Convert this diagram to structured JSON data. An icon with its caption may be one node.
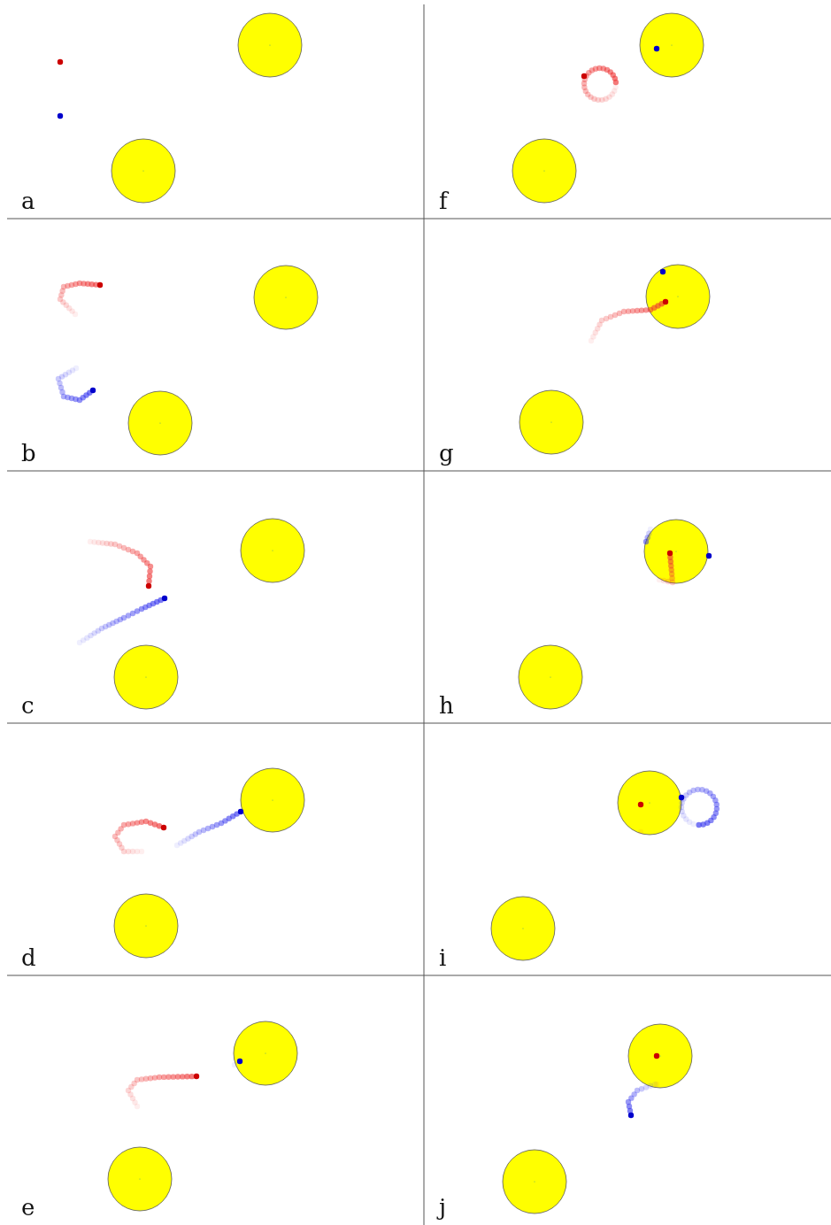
{
  "diagram": {
    "labels": [
      "a",
      "f",
      "b",
      "g",
      "c",
      "h",
      "d",
      "i",
      "e",
      "j"
    ]
  }
}
